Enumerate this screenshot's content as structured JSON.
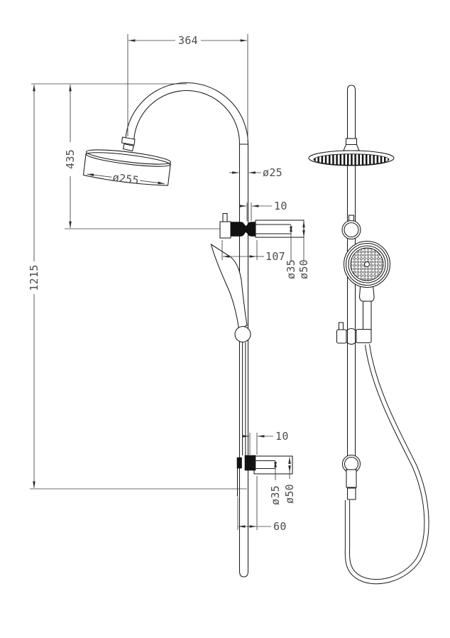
{
  "drawing": {
    "type": "technical-drawing",
    "subject": "twin shower column with overhead rain shower and hand shower",
    "views": [
      "side-elevation",
      "front-elevation"
    ],
    "line_color": "#1a1a1a",
    "dim_text_color": "#4c4c4c",
    "dims": {
      "d364": "364",
      "d435": "435",
      "d1215": "1215",
      "d255": "ø255",
      "d25": "ø25",
      "d10_top": "10",
      "d107": "107",
      "d35_top": "ø35",
      "d50_top": "ø50",
      "d10_bottom": "10",
      "d35_bottom": "ø35",
      "d50_bottom": "ø50",
      "d60": "60"
    }
  }
}
